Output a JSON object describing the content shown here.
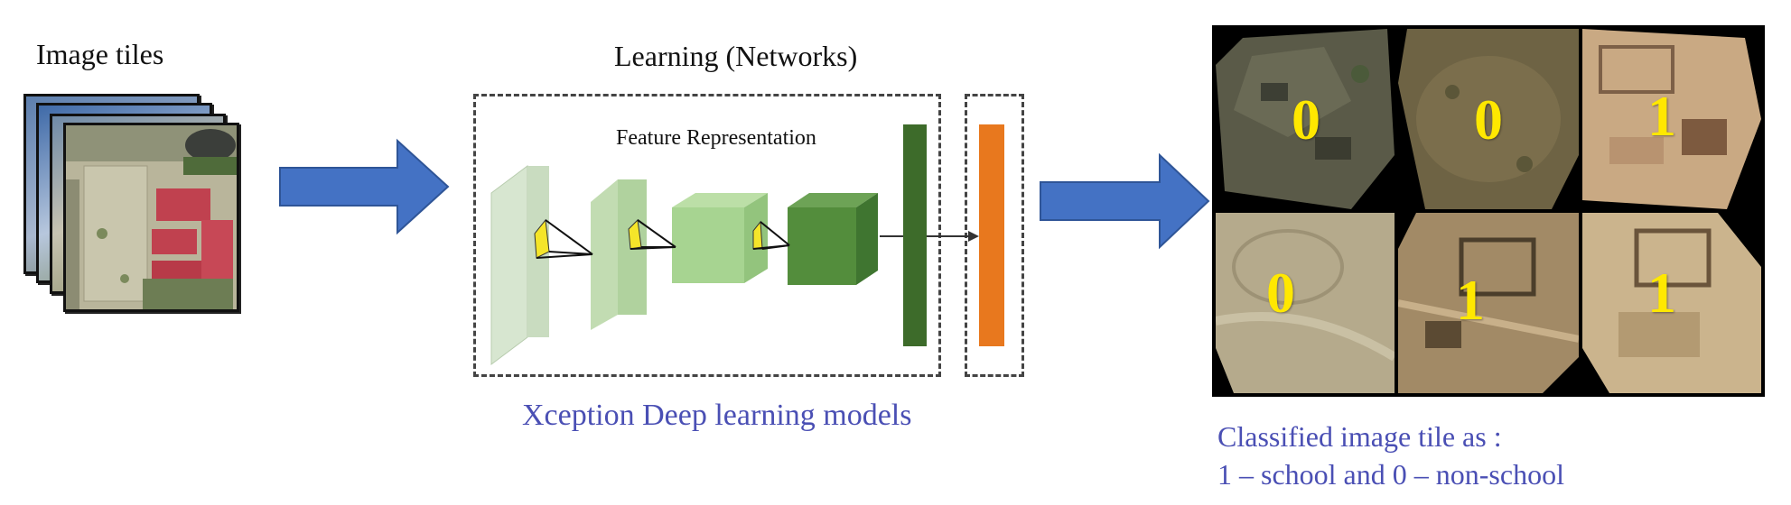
{
  "input": {
    "title": "Image tiles"
  },
  "network": {
    "title": "Learning (Networks)",
    "feature_label": "Feature Representation",
    "caption": "Xception Deep learning models"
  },
  "output": {
    "tiles": [
      {
        "label": "0"
      },
      {
        "label": "0"
      },
      {
        "label": "1"
      },
      {
        "label": "0"
      },
      {
        "label": "1"
      },
      {
        "label": "1"
      }
    ],
    "caption_line1": "Classified image tile as :",
    "caption_line2": "1 – school and 0 – non-school"
  },
  "colors": {
    "arrow": "#4472c4",
    "caption_blue": "#4a4fb4",
    "digit": "#ffe800",
    "fc_dark_green": "#3d6b2a",
    "fc_orange": "#e8781e"
  }
}
